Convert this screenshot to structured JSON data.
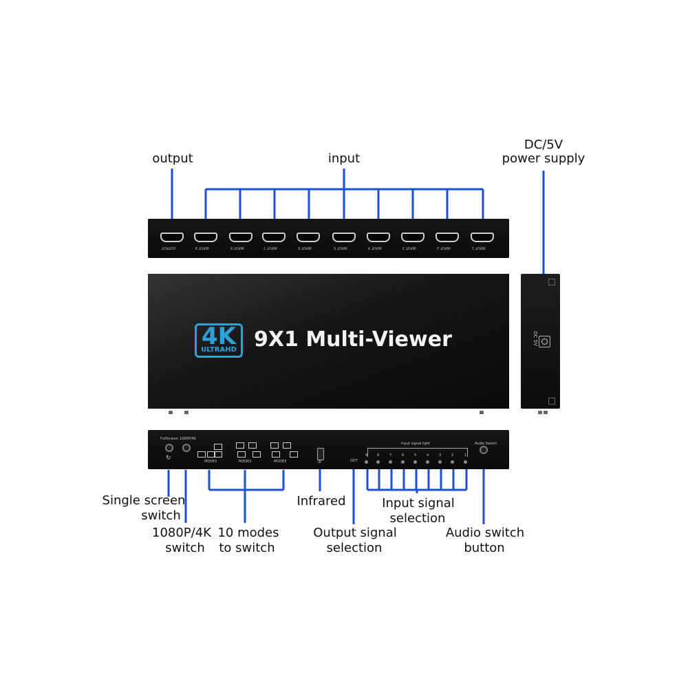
{
  "labels": {
    "output": "output",
    "input": "input",
    "dc_line1": "DC/5V",
    "dc_line2": "power supply",
    "single_line1": "Single screen",
    "single_line2": "switch",
    "res_line1": "1080P/4K",
    "res_line2": "switch",
    "modes_line1": "10 modes",
    "modes_line2": "to switch",
    "infrared": "Infrared",
    "outsel_line1": "Output signal",
    "outsel_line2": "selection",
    "insel_line1": "Input signal",
    "insel_line2": "selection",
    "audio_line1": "Audio switch",
    "audio_line2": "button"
  },
  "product": {
    "badge_top": "4K",
    "badge_bottom": "ULTRAHD",
    "title": "9X1 Multi-Viewer"
  },
  "rear_ports": [
    "OUTPUT",
    "INPUT 9",
    "INPUT 8",
    "INPUT 7",
    "INPUT 6",
    "INPUT 5",
    "INPUT 4",
    "INPUT 3",
    "INPUT 2",
    "INPUT 1"
  ],
  "side_panel": {
    "dc_text": "DC 5V"
  },
  "control_panel": {
    "full_screen": "FullScreen",
    "res_switch": "1080P/4K",
    "mode1": "MODE1",
    "mode2": "MODE2",
    "mode3": "MODE3",
    "ir": "IR",
    "out": "OUT",
    "input_signal_light": "Input signal light",
    "audio_switch": "Audio Switch",
    "led_numbers": [
      "9",
      "8",
      "7",
      "6",
      "5",
      "4",
      "3",
      "2",
      "1"
    ]
  },
  "colors": {
    "line": "#1a4fd6",
    "accent": "#2ca2d8",
    "device": "#111111"
  },
  "icons": {
    "single_screen": "refresh-icon",
    "res_switch": "button-icon"
  }
}
